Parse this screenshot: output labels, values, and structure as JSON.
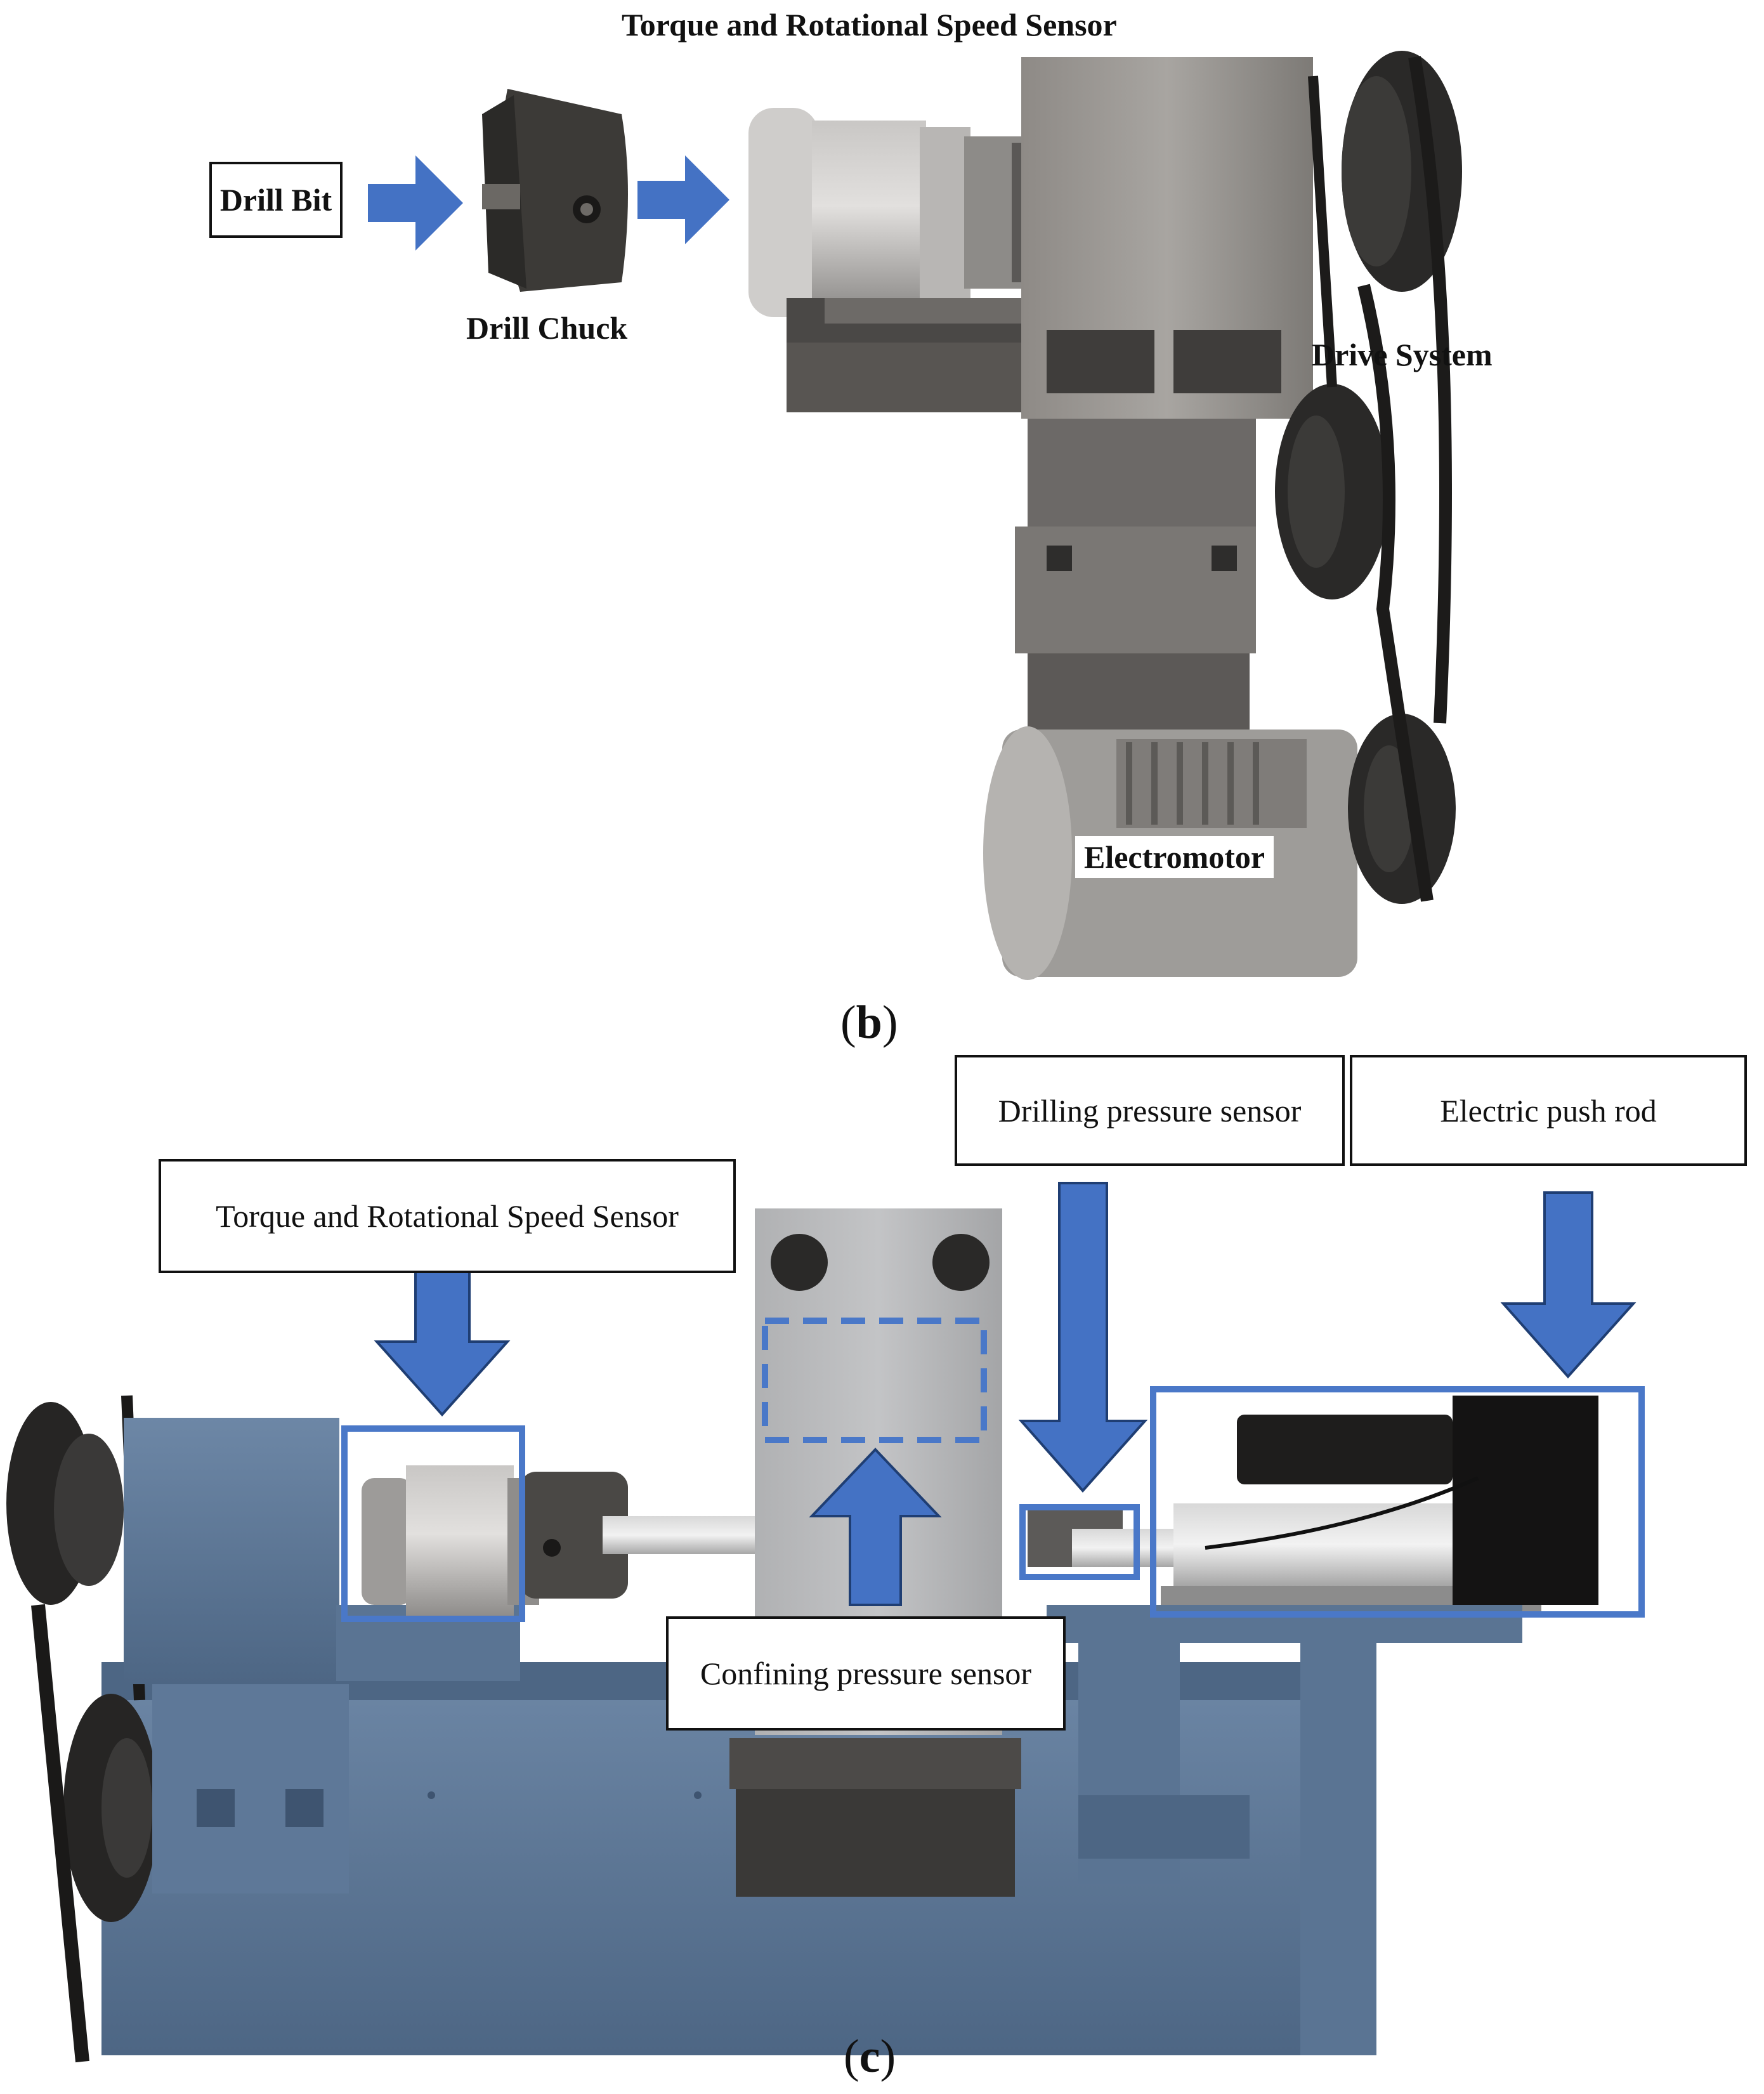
{
  "colors": {
    "arrow": "#4472c4",
    "highlight_box": "#4a78c8",
    "machine_blue": "#5a7493",
    "metal_gray": "#9a9896",
    "dark_iron": "#3a3a3a"
  },
  "panel_b": {
    "letter": "b",
    "labels": {
      "torque_sensor": "Torque and Rotational Speed Sensor",
      "drill_bit": "Drill Bit",
      "drill_chuck": "Drill Chuck",
      "drive_system": "Drive System",
      "electromotor": "Electromotor"
    }
  },
  "panel_c": {
    "letter": "c",
    "labels": {
      "torque_sensor": "Torque and Rotational Speed Sensor",
      "drilling_pressure": "Drilling pressure sensor",
      "electric_push_rod": "Electric push rod",
      "confining_pressure": "Confining pressure sensor"
    }
  }
}
